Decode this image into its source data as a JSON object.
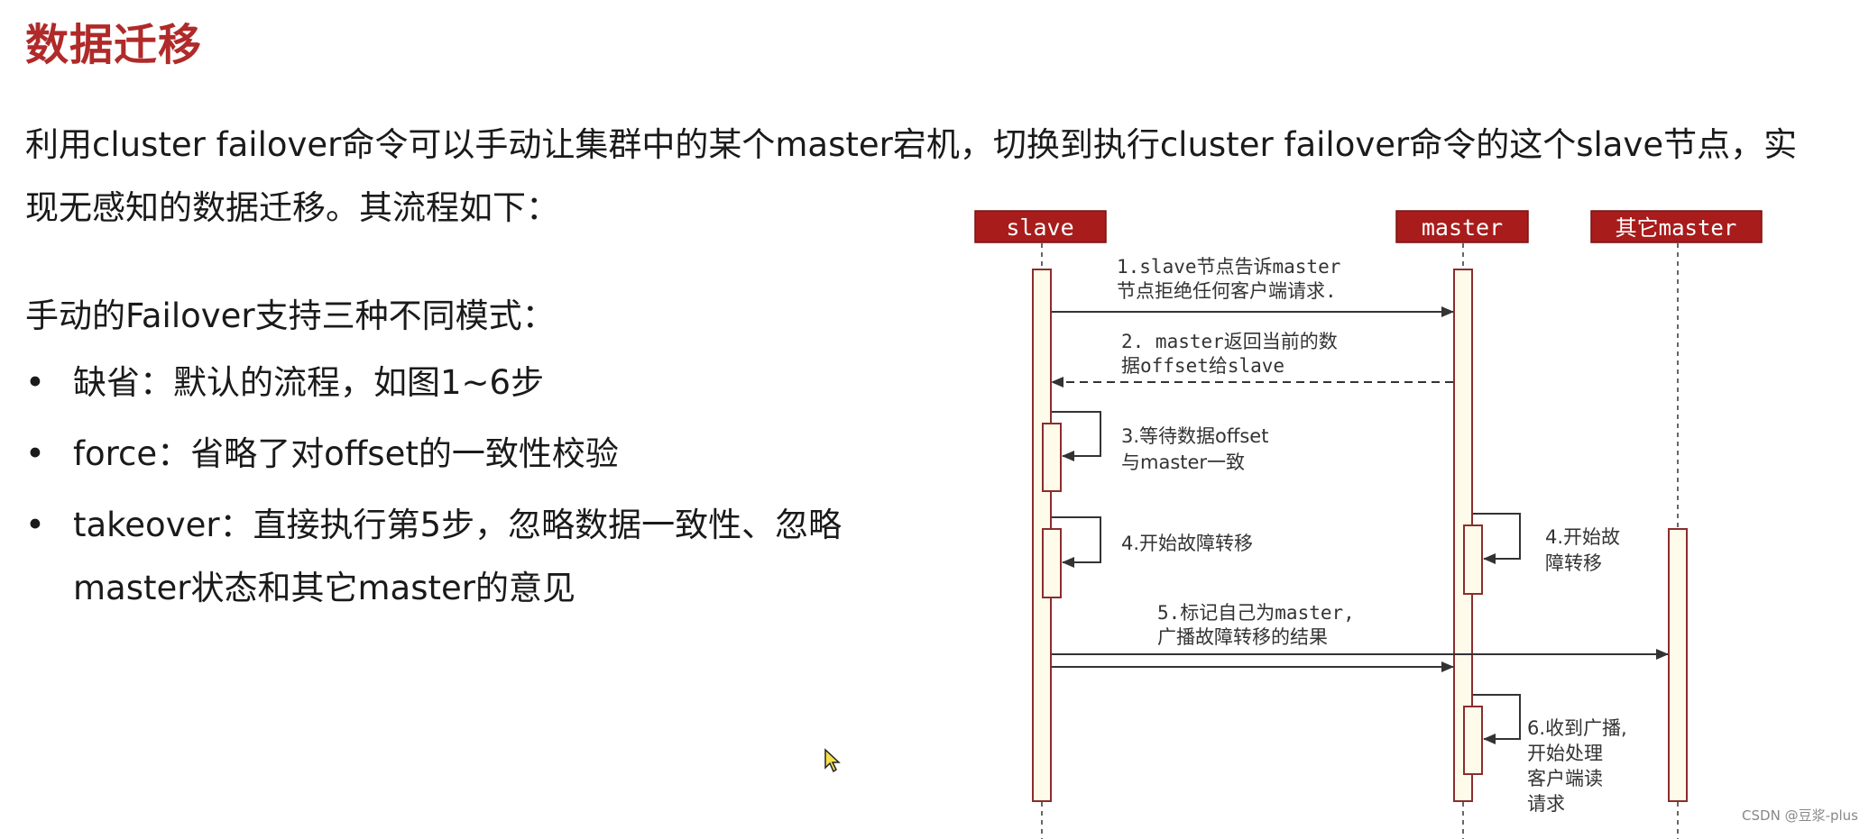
{
  "page": {
    "title": "数据迁移",
    "intro": "利用cluster failover命令可以手动让集群中的某个master宕机，切换到执行cluster failover命令的这个slave节点，实现无感知的数据迁移。其流程如下：",
    "modes_heading": "手动的Failover支持三种不同模式：",
    "modes": [
      {
        "bullet": "•",
        "text": "缺省：默认的流程，如图1~6步"
      },
      {
        "bullet": "•",
        "text": "force：省略了对offset的一致性校验"
      },
      {
        "bullet": "•",
        "text": "takeover：直接执行第5步，忽略数据一致性、忽略master状态和其它master的意见"
      }
    ],
    "watermark": "CSDN @豆浆-plus"
  },
  "diagram": {
    "participants": {
      "slave": "slave",
      "master": "master",
      "other": "其它master"
    },
    "steps": {
      "s1": [
        "1.slave节点告诉master",
        "节点拒绝任何客户端请求."
      ],
      "s2": [
        "2. master返回当前的数",
        "据offset给slave"
      ],
      "s3": [
        "3.等待数据offset",
        "与master一致"
      ],
      "s4a": [
        "4.开始故障转移"
      ],
      "s4b": [
        "4.开始故",
        "障转移"
      ],
      "s5": [
        "5.标记自己为master,",
        "广播故障转移的结果"
      ],
      "s6": [
        "6.收到广播,",
        "开始处理",
        "客户端读",
        "请求"
      ]
    }
  },
  "colors": {
    "title": "#b02a2a",
    "participant_fill": "#a81c1c",
    "activation_fill": "#fffbea",
    "activation_stroke": "#8b2d2d",
    "arrow": "#333333"
  }
}
